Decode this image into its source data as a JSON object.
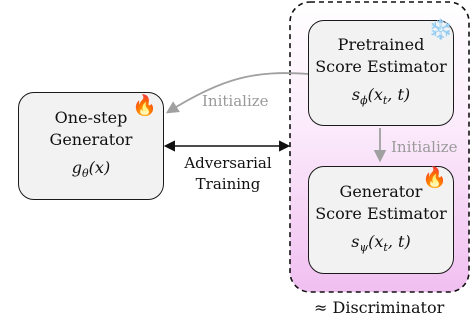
{
  "generator": {
    "line1": "One-step",
    "line2": "Generator",
    "formula": "g",
    "formula_sub": "θ",
    "formula_tail": "(x)",
    "icon": "fire-icon"
  },
  "pretrained": {
    "line1": "Pretrained",
    "line2": "Score Estimator",
    "formula": "s",
    "formula_sub": "ϕ",
    "formula_tail": "(x",
    "formula_tail_sub": "t",
    "formula_end": ", t)",
    "icon": "snowflake-icon"
  },
  "gen_score": {
    "line1": "Generator",
    "line2": "Score Estimator",
    "formula": "s",
    "formula_sub": "ψ",
    "formula_tail": "(x",
    "formula_tail_sub": "t",
    "formula_end": ", t)",
    "icon": "fire-icon"
  },
  "labels": {
    "initialize_left": "Initialize",
    "initialize_down": "Initialize",
    "adversarial_line1": "Adversarial",
    "adversarial_line2": "Training",
    "discriminator": "≈ Discriminator"
  },
  "colors": {
    "discriminator_fill_top": "#ffffff",
    "discriminator_fill_bottom": "#f3c6f3",
    "box_fill": "#f2f2f2",
    "init_arrow": "#a0a0a0"
  }
}
